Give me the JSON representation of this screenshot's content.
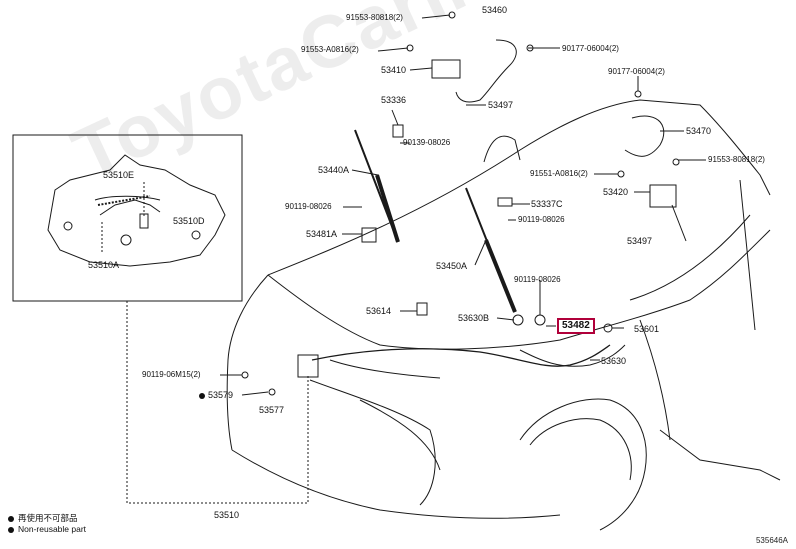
{
  "colors": {
    "highlight": "#b0003a",
    "line": "#1a1a1a"
  },
  "watermark": "ToyotaCarInfo.ru",
  "diagram_code": "535646A",
  "legend": {
    "jp": "再使用不可部品",
    "en": "Non-reusable part"
  },
  "labels": {
    "p91553_80818_top": "91553-80818(2)",
    "p53460": "53460",
    "p91553_A0816_top": "91553-A0816(2)",
    "p90177_06004_top": "90177-06004(2)",
    "p53410": "53410",
    "p90177_06004_right": "90177-06004(2)",
    "p53497_top": "53497",
    "p53336": "53336",
    "p53470": "53470",
    "p90139_08026": "90139-08026",
    "p91553_80818_right": "91553-80818(2)",
    "p53440A": "53440A",
    "p91551_A0816": "91551-A0816(2)",
    "p53420": "53420",
    "p90119_08026_a": "90119-08026",
    "p53337C": "53337C",
    "p90119_08026_b": "90119-08026",
    "p53481A": "53481A",
    "p53497_right": "53497",
    "p53450A": "53450A",
    "p90119_08026_c": "90119-08026",
    "p53614": "53614",
    "p53630B": "53630B",
    "p53482": "53482",
    "p53601": "53601",
    "p53630": "53630",
    "p90119_06M15": "90119-06M15(2)",
    "p53579": "53579",
    "p53577": "53577",
    "p53510": "53510",
    "p53510E": "53510E",
    "p53510D": "53510D",
    "p53510A": "53510A"
  }
}
